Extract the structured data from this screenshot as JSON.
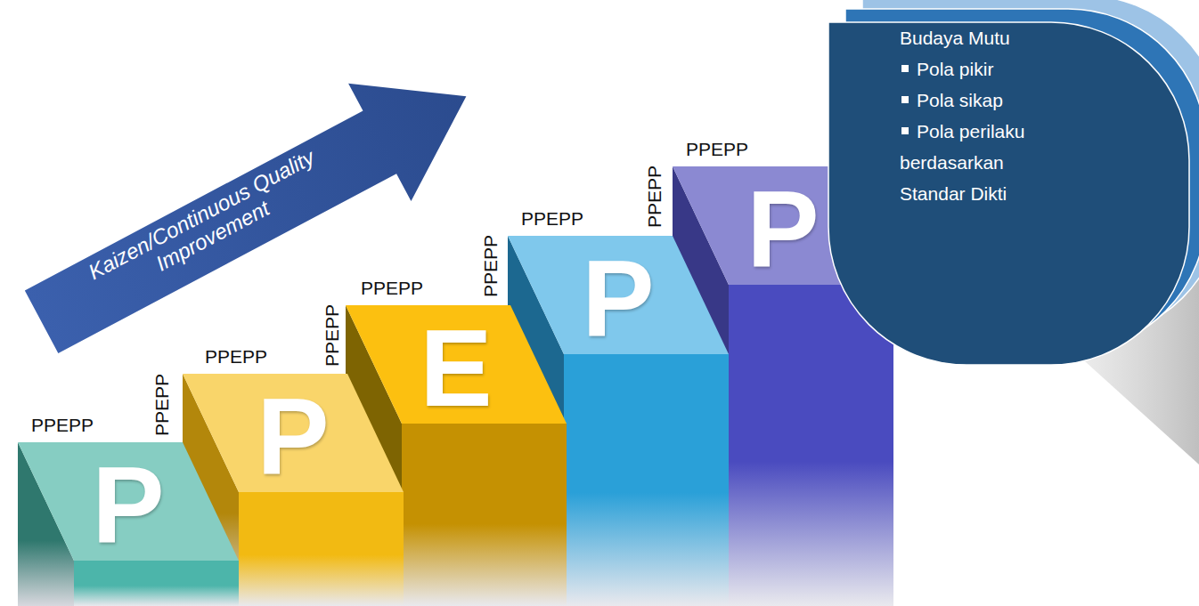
{
  "diagram": {
    "nodes": [
      {
        "text": [
          "Kaizen/Continuous Quality Improvement"
        ]
      },
      {
        "text": [
          "PPEPP",
          "P"
        ]
      },
      {
        "text": [
          "PPEPP",
          "P"
        ]
      },
      {
        "text": [
          "PPEPP",
          "E"
        ]
      },
      {
        "text": [
          "PPEPP",
          "P"
        ]
      },
      {
        "text": [
          "PPEPP",
          "P"
        ]
      },
      {
        "text": [
          "Budaya Mutu",
          "Pola pikir",
          "Pola sikap",
          "Pola perilaku berdasarkan Standar Dikti"
        ]
      }
    ],
    "labels": [
      "PPEPP",
      "PPEPP",
      "PPEPP",
      "PPEPP"
    ]
  }
}
